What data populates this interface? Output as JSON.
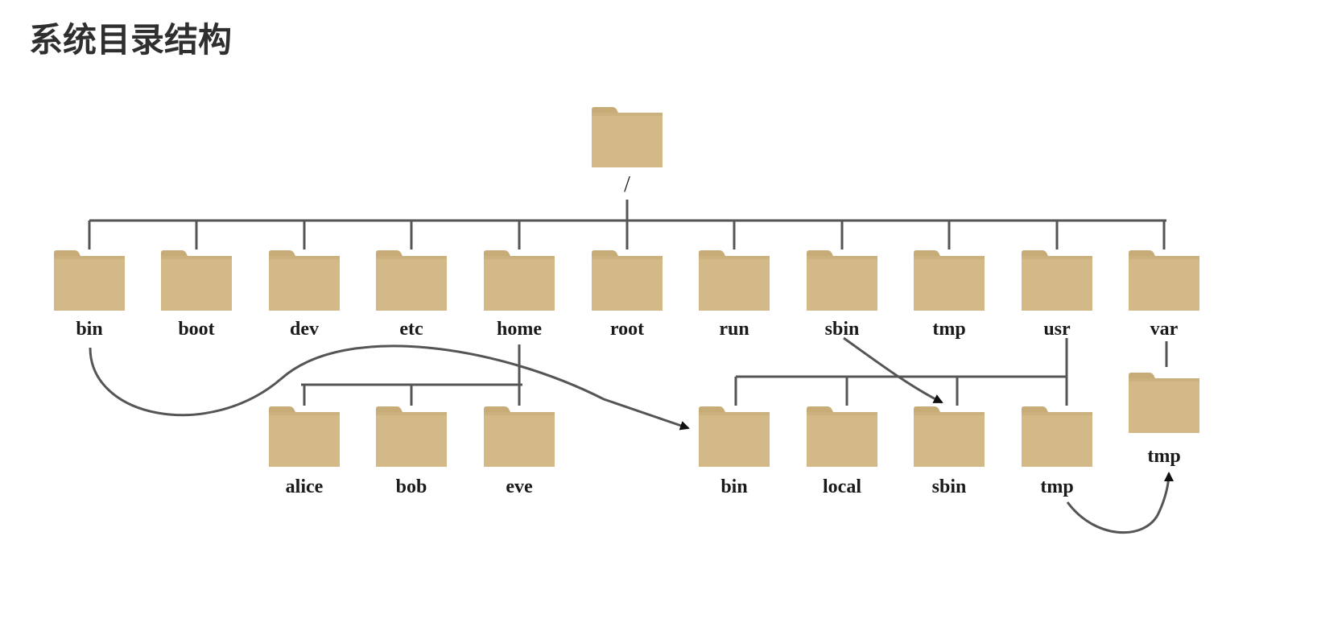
{
  "page": {
    "title": "系统目录结构"
  },
  "colors": {
    "folder_body": "#d3b988",
    "folder_tab": "#c7ac78",
    "line": "#555555",
    "arrow": "#111111"
  },
  "tree": {
    "root": {
      "id": "root",
      "label": "/"
    },
    "top": [
      {
        "id": "bin",
        "label": "bin"
      },
      {
        "id": "boot",
        "label": "boot"
      },
      {
        "id": "dev",
        "label": "dev"
      },
      {
        "id": "etc",
        "label": "etc"
      },
      {
        "id": "home",
        "label": "home"
      },
      {
        "id": "root-dir",
        "label": "root"
      },
      {
        "id": "run",
        "label": "run"
      },
      {
        "id": "sbin",
        "label": "sbin"
      },
      {
        "id": "tmp",
        "label": "tmp"
      },
      {
        "id": "usr",
        "label": "usr"
      },
      {
        "id": "var",
        "label": "var"
      }
    ],
    "home_children": [
      {
        "id": "alice",
        "label": "alice"
      },
      {
        "id": "bob",
        "label": "bob"
      },
      {
        "id": "eve",
        "label": "eve"
      }
    ],
    "usr_children": [
      {
        "id": "usr-bin",
        "label": "bin"
      },
      {
        "id": "usr-local",
        "label": "local"
      },
      {
        "id": "usr-sbin",
        "label": "sbin"
      },
      {
        "id": "usr-tmp",
        "label": "tmp"
      }
    ],
    "var_children": [
      {
        "id": "var-tmp",
        "label": "tmp"
      }
    ],
    "links": [
      {
        "from": "bin",
        "to": "usr-bin"
      },
      {
        "from": "sbin",
        "to": "usr-sbin"
      },
      {
        "from": "usr-tmp",
        "to": "var-tmp"
      }
    ]
  }
}
